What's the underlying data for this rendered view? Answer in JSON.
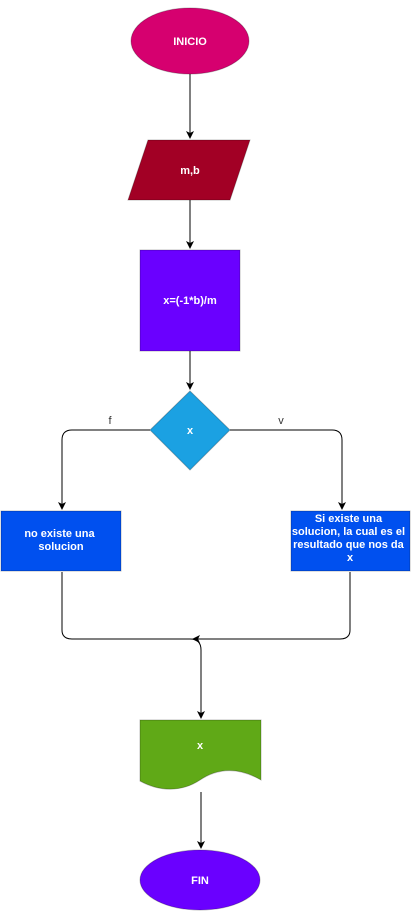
{
  "colors": {
    "start": "#d6006f",
    "input": "#a20025",
    "process": "#6a00ff",
    "decision": "#1ba1e2",
    "output_left": "#0050ef",
    "output_right": "#0050ef",
    "document": "#60a917",
    "end": "#6a00ff",
    "line": "#000000"
  },
  "nodes": {
    "start": "INICIO",
    "input": "m,b",
    "process": "x=(-1*b)/m",
    "decision": "x",
    "no_solution": [
      "no existe una",
      "solucion"
    ],
    "solution": [
      "Si existe una",
      "solucion, la cual es el",
      "resultado que nos da",
      "x"
    ],
    "document": "x",
    "end": "FIN"
  },
  "edges": {
    "false_label": "f",
    "true_label": "v"
  }
}
